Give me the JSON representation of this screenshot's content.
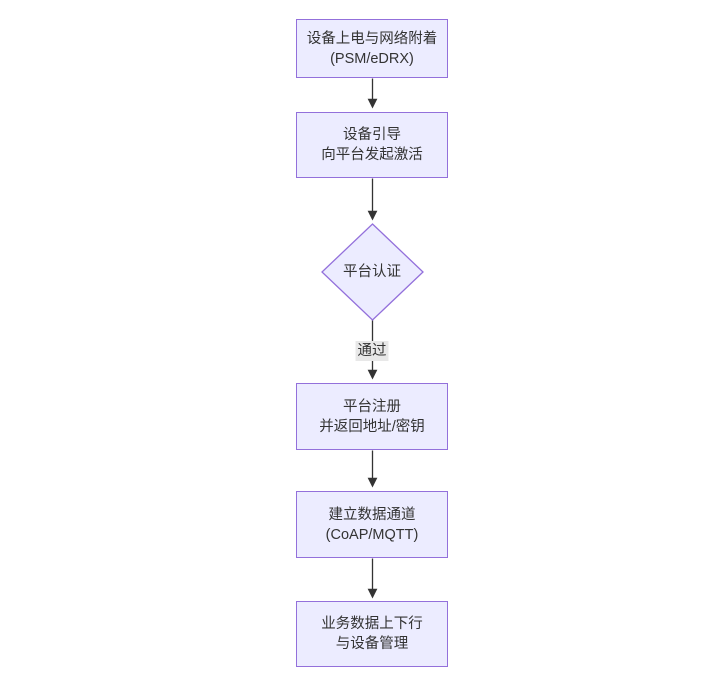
{
  "diagram": {
    "type": "flowchart-top-down",
    "colors": {
      "node_fill": "#ECECFF",
      "node_border": "#9370DB",
      "edge_line": "#333333",
      "edge_label_bg": "#e8e8e8",
      "text": "#333333",
      "background": "#ffffff"
    },
    "nodes": [
      {
        "id": "power-attach",
        "shape": "rect",
        "lines": [
          "设备上电与网络附着",
          "(PSM/eDRX)"
        ]
      },
      {
        "id": "bootstrap",
        "shape": "rect",
        "lines": [
          "设备引导",
          "向平台发起激活"
        ]
      },
      {
        "id": "platform-auth",
        "shape": "diamond",
        "lines": [
          "平台认证"
        ]
      },
      {
        "id": "platform-register",
        "shape": "rect",
        "lines": [
          "平台注册",
          "并返回地址/密钥"
        ]
      },
      {
        "id": "data-channel",
        "shape": "rect",
        "lines": [
          "建立数据通道",
          "(CoAP/MQTT)"
        ]
      },
      {
        "id": "business-data",
        "shape": "rect",
        "lines": [
          "业务数据上下行",
          "与设备管理"
        ]
      }
    ],
    "edges": [
      {
        "from": "power-attach",
        "to": "bootstrap",
        "label": ""
      },
      {
        "from": "bootstrap",
        "to": "platform-auth",
        "label": ""
      },
      {
        "from": "platform-auth",
        "to": "platform-register",
        "label": "通过"
      },
      {
        "from": "platform-register",
        "to": "data-channel",
        "label": ""
      },
      {
        "from": "data-channel",
        "to": "business-data",
        "label": ""
      }
    ]
  }
}
